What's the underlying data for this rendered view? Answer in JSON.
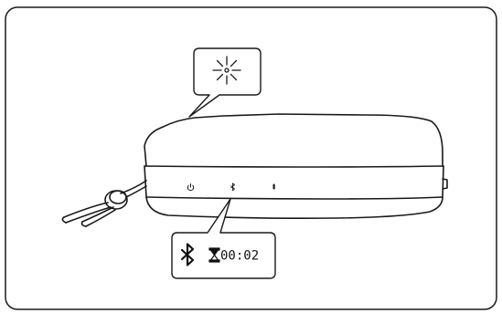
{
  "figure": {
    "type": "device-illustration",
    "device": "portable-speaker",
    "stroke_color": "#1a1a1a",
    "background": "#ffffff",
    "indicators": [
      "power-icon",
      "bluetooth-icon",
      "status-led"
    ]
  },
  "callout_top": {
    "icon": "light-blinking-icon"
  },
  "callout_bottom": {
    "bluetooth_icon": "bluetooth-icon",
    "timer_icon": "hourglass-icon",
    "timer_text": "00:02"
  }
}
